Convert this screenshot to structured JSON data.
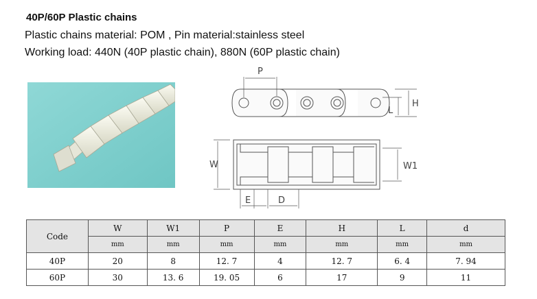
{
  "title": "40P/60P Plastic chains",
  "material_line": "Plastic chains material: POM , Pin material:stainless steel",
  "load_line": "Working load: 440N (40P plastic chain), 880N (60P plastic chain)",
  "drawing_labels": {
    "P": "P",
    "H": "H",
    "L": "L",
    "W": "W",
    "W1": "W1",
    "E": "E",
    "D": "D"
  },
  "table": {
    "code_header": "Code",
    "headers": [
      "W",
      "W1",
      "P",
      "E",
      "H",
      "L",
      "d"
    ],
    "units": [
      "mm",
      "mm",
      "mm",
      "mm",
      "mm",
      "mm",
      "mm"
    ],
    "rows": [
      {
        "code": "40P",
        "cells": [
          "20",
          "8",
          "12. 7",
          "4",
          "12. 7",
          "6. 4",
          "7. 94"
        ]
      },
      {
        "code": "60P",
        "cells": [
          "30",
          "13. 6",
          "19. 05",
          "6",
          "17",
          "9",
          "11"
        ]
      }
    ]
  }
}
